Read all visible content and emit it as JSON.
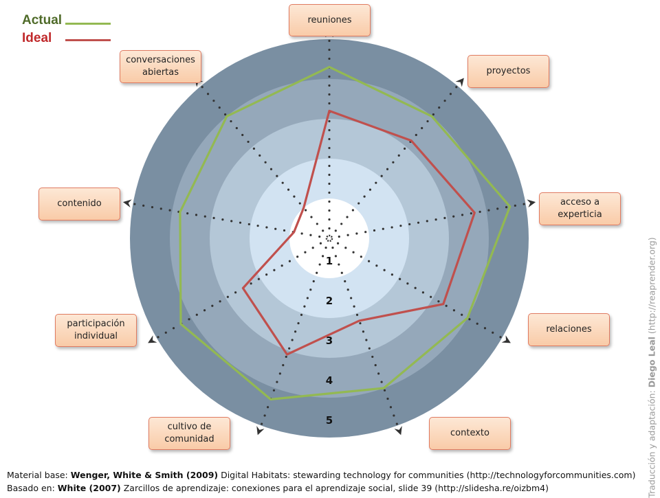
{
  "legend": {
    "actual_label": "Actual",
    "ideal_label": "Ideal",
    "colors": {
      "actual": "#93b952",
      "ideal": "#c0504d"
    }
  },
  "chart_data": {
    "type": "radar",
    "axes": [
      "reuniones",
      "proyectos",
      "acceso a experticia",
      "relaciones",
      "contexto",
      "cultivo de comunidad",
      "participación individual",
      "contenido",
      "conversaciones abiertas"
    ],
    "rings": [
      "1",
      "2",
      "3",
      "4",
      "5"
    ],
    "rlim": [
      0,
      5
    ],
    "series": [
      {
        "name": "Actual",
        "values": [
          4.3,
          4.0,
          4.6,
          4.0,
          4.0,
          4.3,
          4.3,
          3.8,
          4.0
        ]
      },
      {
        "name": "Ideal",
        "values": [
          3.2,
          3.2,
          3.7,
          3.3,
          2.2,
          3.1,
          2.5,
          0.9,
          1.0
        ]
      }
    ]
  },
  "footer": {
    "line1_prefix": "Material base: ",
    "line1_bold": "Wenger, White & Smith (2009)",
    "line1_rest": " Digital Habitats: stewarding technology for communities (http://technologyforcommunities.com)",
    "line2_prefix": "Basado en: ",
    "line2_bold": "White (2007)",
    "line2_rest": " Zarcillos de aprendizaje: conexiones para el aprendizaje social, slide 39  (http://slidesha.re/oizbm4)"
  },
  "credit": {
    "prefix": "Traducción y adaptación: ",
    "bold": "Diego Leal",
    "suffix": " (http://reaprender.org)"
  }
}
